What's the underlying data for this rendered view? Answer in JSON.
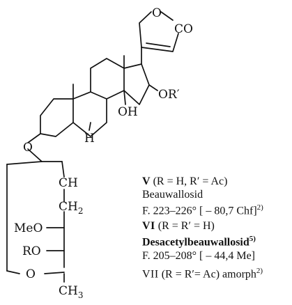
{
  "structure": {
    "atoms": {
      "lactone_o": "O",
      "lactone_co": "CO",
      "hydroxyl": "OH",
      "ester": "OR′",
      "h5": "H",
      "glycosidic_o": "O",
      "ring_ch": "CH",
      "ring_ch2": "CH",
      "ring_ch2_sub": "2",
      "meo": "MeO",
      "ro": "RO",
      "ring_o": "O",
      "ch3": "CH",
      "ch3_sub": "3"
    },
    "colors": {
      "ink": "#111111",
      "background": "#ffffff"
    }
  },
  "legend": {
    "v": {
      "numeral": "V",
      "formula": "(R = H, R′ = Ac)"
    },
    "v_name": "Beauwallosid",
    "v_data": {
      "mp": "F. 223–226°",
      "rotation": "[ – 80,7 Chf]",
      "ref": "2)"
    },
    "vi": {
      "numeral": "VI",
      "formula": "(R = R′ = H)"
    },
    "vi_name": {
      "text": "Desacetylbeauwallosid",
      "ref": "5)"
    },
    "vi_data": {
      "mp": "F. 205–208°",
      "rotation": "[ – 44,4 Me]"
    },
    "vii": {
      "numeral": "VII",
      "formula": "(R = R′= Ac) amorph",
      "ref": "2)"
    }
  }
}
